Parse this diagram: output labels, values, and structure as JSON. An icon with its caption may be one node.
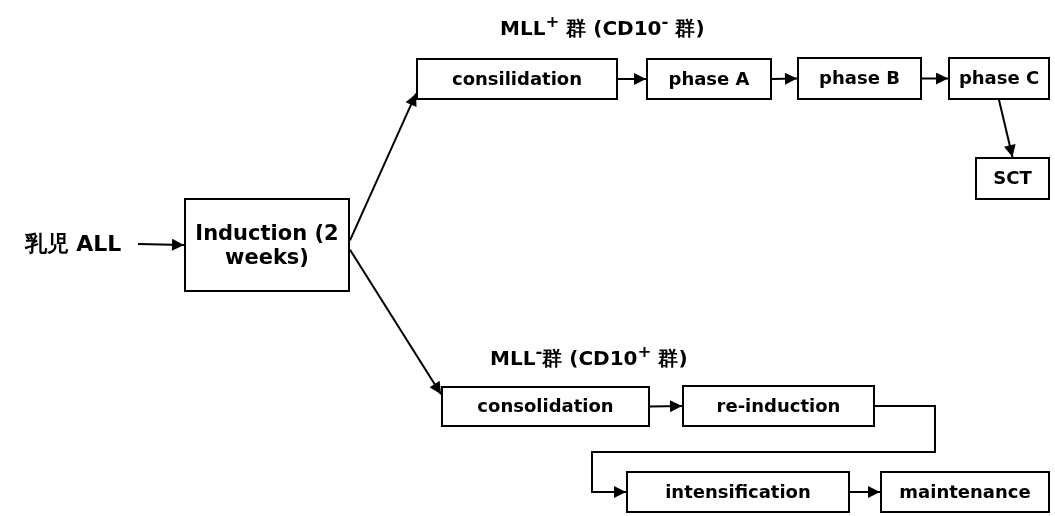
{
  "diagram": {
    "nodes": [
      {
        "text": [
          "乳児 ALL"
        ]
      },
      {
        "text": [
          "Induction (2 weeks)"
        ]
      },
      {
        "text": [
          "consilidation"
        ]
      },
      {
        "text": [
          "phase A"
        ]
      },
      {
        "text": [
          "phase B"
        ]
      },
      {
        "text": [
          "phase C"
        ]
      },
      {
        "text": [
          "SCT"
        ]
      },
      {
        "text": [
          "consolidation"
        ]
      },
      {
        "text": [
          "re-induction"
        ]
      },
      {
        "text": [
          "intensification"
        ]
      },
      {
        "text": [
          "maintenance"
        ]
      }
    ],
    "edges": [
      {
        "from": 0,
        "to": 1,
        "arrow": "to"
      },
      {
        "from": 1,
        "to": 2,
        "arrow": "to"
      },
      {
        "from": 1,
        "to": 7,
        "arrow": "to"
      },
      {
        "from": 2,
        "to": 3,
        "arrow": "to"
      },
      {
        "from": 3,
        "to": 4,
        "arrow": "to"
      },
      {
        "from": 4,
        "to": 5,
        "arrow": "to"
      },
      {
        "from": 5,
        "to": 6,
        "arrow": "to"
      },
      {
        "from": 7,
        "to": 8,
        "arrow": "to"
      },
      {
        "from": 8,
        "to": 9,
        "arrow": "to"
      },
      {
        "from": 9,
        "to": 10,
        "arrow": "to"
      }
    ],
    "labels": [
      "MLL$^{+}$ 群 (CD10$^{-}$ 群)",
      "MLL$^{-}$群 (CD10$^{+}$ 群)"
    ]
  }
}
